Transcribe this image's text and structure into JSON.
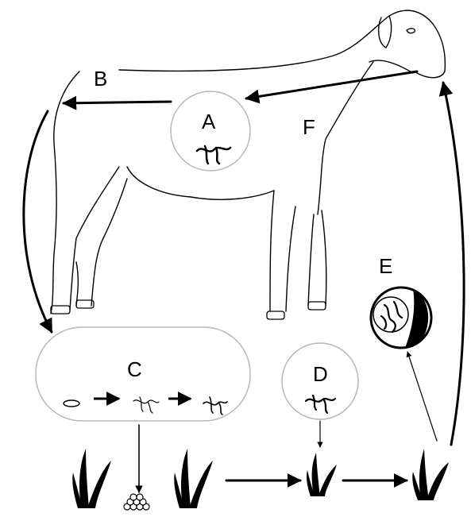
{
  "labels": {
    "a": "A",
    "b": "B",
    "c": "C",
    "d": "D",
    "e": "E",
    "f": "F"
  },
  "colors": {
    "ink": "#000000",
    "background": "#ffffff",
    "outline": "#b8b8b8"
  }
}
